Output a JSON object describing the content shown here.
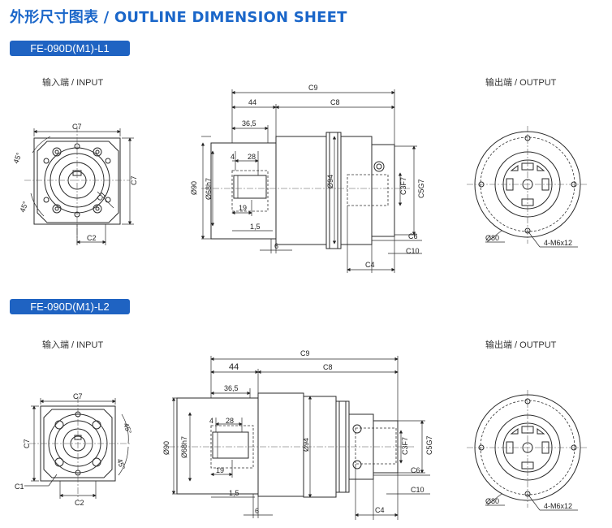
{
  "title": "外形尺寸图表 / OUTLINE DIMENSION SHEET",
  "sections": [
    {
      "tag": "FE-090D(M1)-L1",
      "input_label": "输入端 / INPUT",
      "output_label": "输出端 / OUTPUT"
    },
    {
      "tag": "FE-090D(M1)-L2",
      "input_label": "输入端 / INPUT",
      "output_label": "输出端 / OUTPUT"
    }
  ],
  "dims": {
    "c1": "C1",
    "c2": "C2",
    "c3": "C3F7",
    "c4": "C4",
    "c5": "C5G7",
    "c6": "C6",
    "c7": "C7",
    "c8": "C8",
    "c9": "C9",
    "c10": "C10",
    "d44": "44",
    "d365": "36,5",
    "d4": "4",
    "d28": "28",
    "d19": "19",
    "d15": "1,5",
    "d6": "6",
    "phi90": "Ø90",
    "phi68": "Ø68h7",
    "phi94": "Ø94",
    "phi80": "Ø80",
    "m6": "4-M6x12",
    "a45": "45°"
  }
}
